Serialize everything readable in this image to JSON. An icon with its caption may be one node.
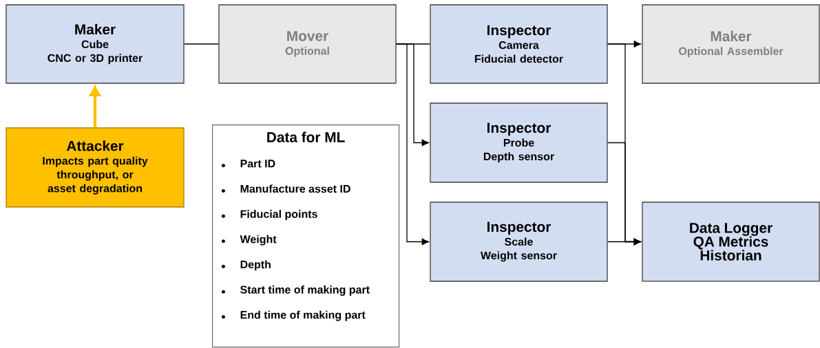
{
  "diagram": {
    "nodes": [
      {
        "text": [
          "Maker",
          "Cube",
          "CNC or 3D printer"
        ]
      },
      {
        "text": [
          "Mover",
          "Optional"
        ]
      },
      {
        "text": [
          "Inspector",
          "Camera",
          "Fiducial detector"
        ]
      },
      {
        "text": [
          "Maker",
          "Optional Assembler"
        ]
      },
      {
        "text": [
          "Attacker",
          "Impacts part quality throughput, or asset degradation"
        ]
      },
      {
        "text": [
          "Data for ML",
          "Part ID",
          "Manufacture asset ID",
          "Fiducial points",
          "Weight",
          "Depth",
          "Start time of making part",
          "End time of making part"
        ]
      },
      {
        "text": [
          "Inspector",
          "Probe",
          "Depth sensor"
        ]
      },
      {
        "text": [
          "Inspector",
          "Scale",
          "Weight sensor"
        ]
      },
      {
        "text": [
          "Data Logger",
          "QA Metrics",
          "Historian"
        ]
      }
    ],
    "edges": [
      {
        "from": 0,
        "to": 1,
        "arrow": "none"
      },
      {
        "from": 1,
        "to": 2,
        "arrow": "none"
      },
      {
        "from": 1,
        "to": 6,
        "arrow": "to"
      },
      {
        "from": 1,
        "to": 7,
        "arrow": "to"
      },
      {
        "from": 2,
        "to": 3,
        "arrow": "to"
      },
      {
        "from": 2,
        "to": 8,
        "arrow": "to"
      },
      {
        "from": 6,
        "to": 8,
        "arrow": "to"
      },
      {
        "from": 7,
        "to": 8,
        "arrow": "to"
      },
      {
        "from": 4,
        "to": 0,
        "arrow": "to",
        "style": "thick",
        "color": "#ffc000"
      }
    ]
  }
}
